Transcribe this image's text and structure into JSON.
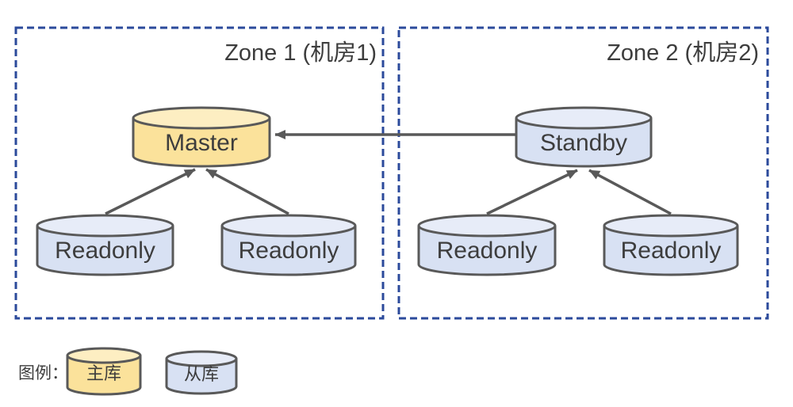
{
  "zones": [
    {
      "title": "Zone 1 (机房1)"
    },
    {
      "title": "Zone 2 (机房2)"
    }
  ],
  "nodes": {
    "master": {
      "label": "Master",
      "role": "primary",
      "zone": "Zone 1"
    },
    "standby": {
      "label": "Standby",
      "role": "replica",
      "zone": "Zone 2"
    },
    "z1_readonly_a": {
      "label": "Readonly",
      "role": "replica",
      "zone": "Zone 1"
    },
    "z1_readonly_b": {
      "label": "Readonly",
      "role": "replica",
      "zone": "Zone 1"
    },
    "z2_readonly_a": {
      "label": "Readonly",
      "role": "replica",
      "zone": "Zone 2"
    },
    "z2_readonly_b": {
      "label": "Readonly",
      "role": "replica",
      "zone": "Zone 2"
    }
  },
  "edges": [
    {
      "from": "standby",
      "to": "master",
      "arrowhead": "at-master"
    },
    {
      "from": "z1_readonly_a",
      "to": "master",
      "arrowhead": "at-master"
    },
    {
      "from": "z1_readonly_b",
      "to": "master",
      "arrowhead": "at-master"
    },
    {
      "from": "z2_readonly_a",
      "to": "standby",
      "arrowhead": "at-standby"
    },
    {
      "from": "z2_readonly_b",
      "to": "standby",
      "arrowhead": "at-standby"
    }
  ],
  "legend": {
    "title": "图例：",
    "items": [
      {
        "label": "主库",
        "fill": "#FBE29B"
      },
      {
        "label": "从库",
        "fill": "#D8E1F3"
      }
    ]
  },
  "colors": {
    "primary_fill": "#FBE29B",
    "primary_top_fill": "#FDEEC2",
    "replica_fill": "#D8E1F3",
    "replica_top_fill": "#E7ECF8",
    "outline": "#595959",
    "arrow": "#595959",
    "zone_border": "#2B4A9B",
    "text": "#3d3d3d"
  }
}
